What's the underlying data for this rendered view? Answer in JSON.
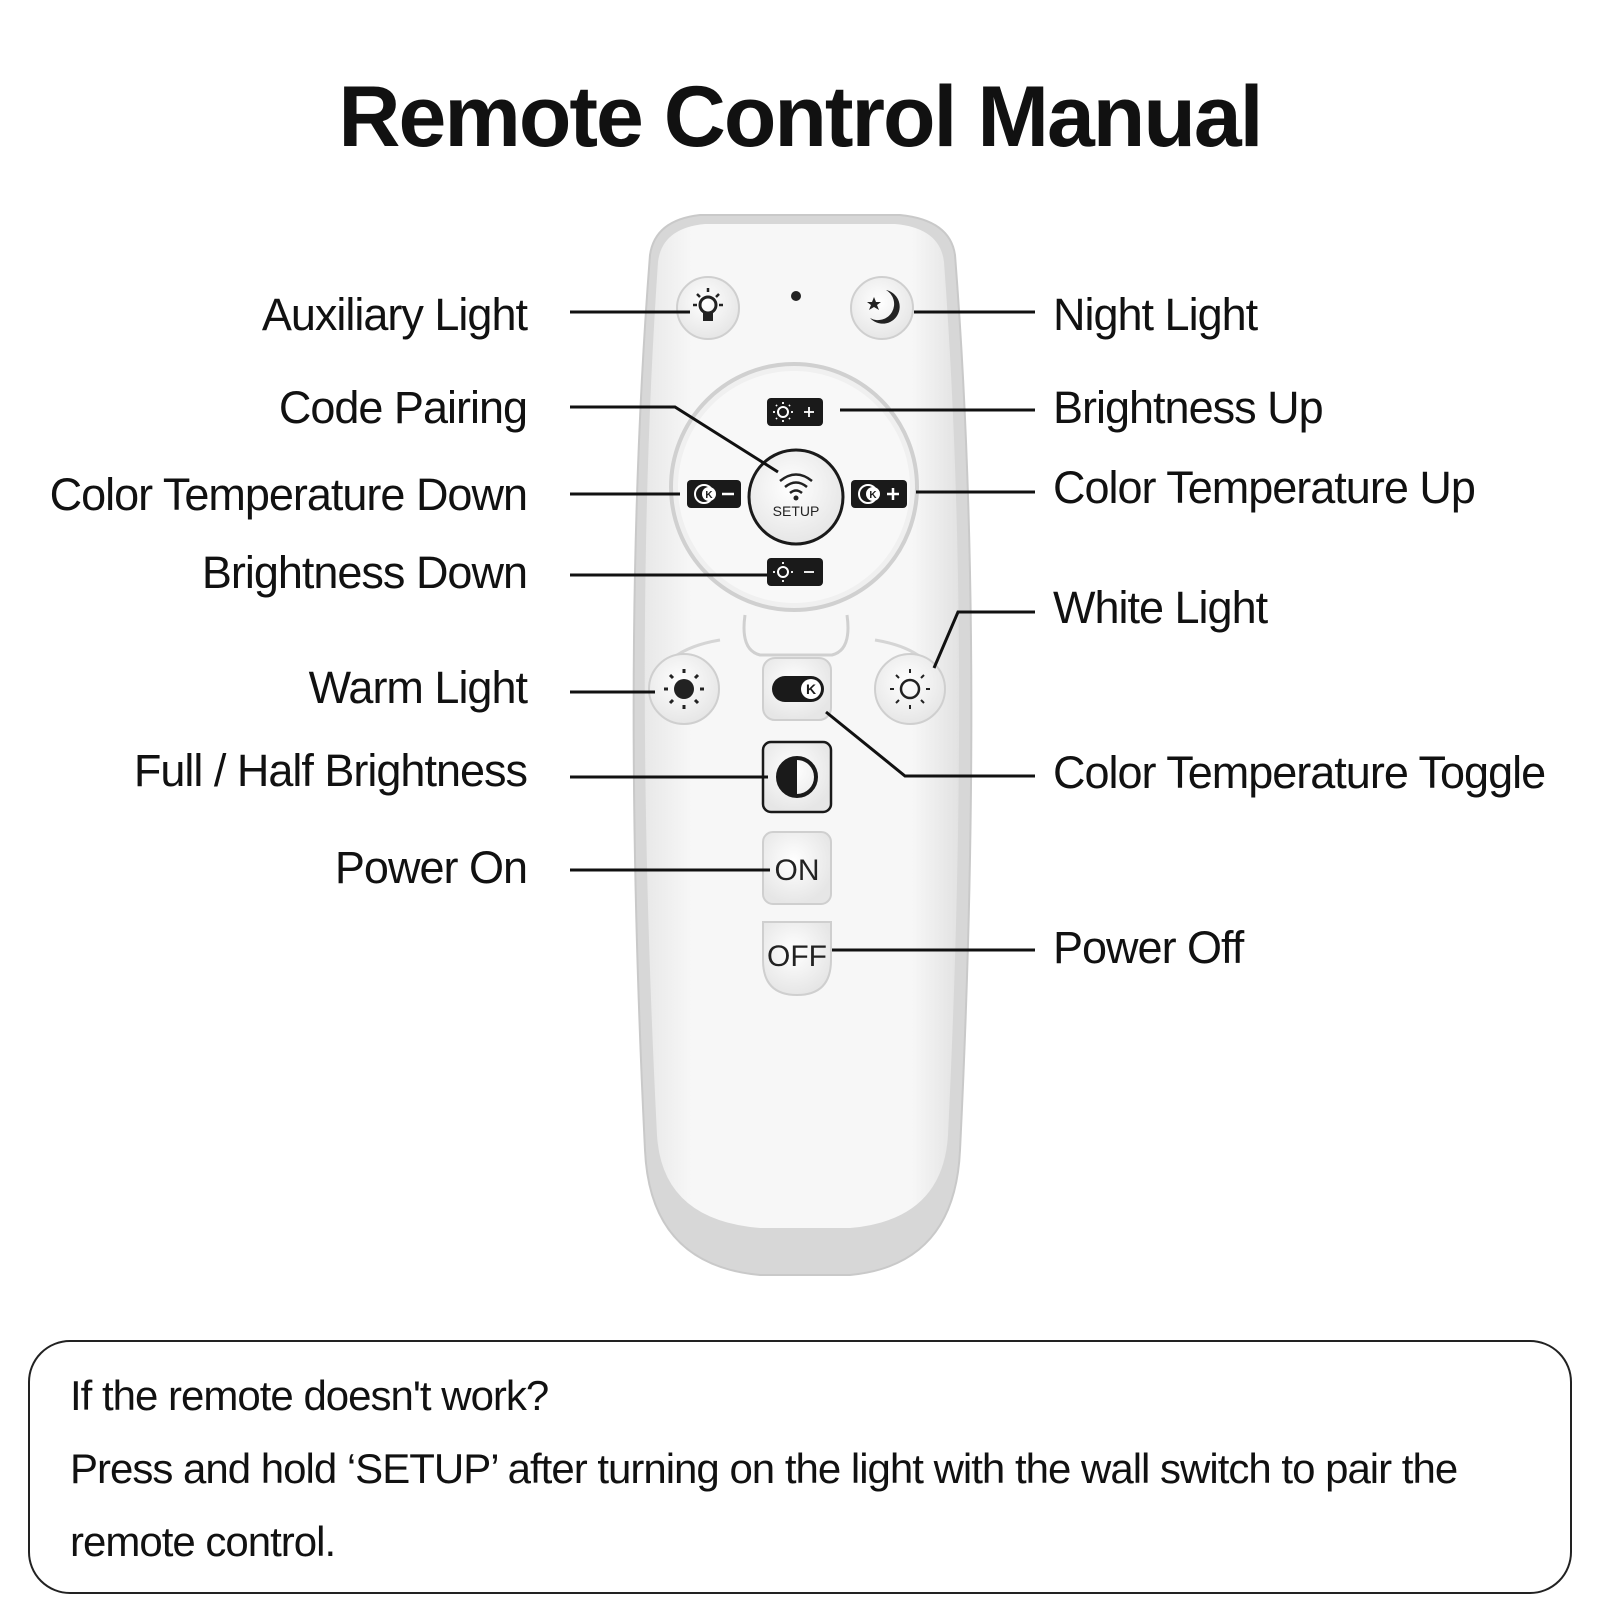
{
  "title": "Remote Control Manual",
  "labels": {
    "auxiliary_light": "Auxiliary Light",
    "code_pairing": "Code Pairing",
    "color_temp_down": "Color Temperature Down",
    "brightness_down": "Brightness Down",
    "warm_light": "Warm Light",
    "full_half_brightness": "Full / Half Brightness",
    "power_on": "Power On",
    "night_light": "Night Light",
    "brightness_up": "Brightness Up",
    "color_temp_up": "Color Temperature Up",
    "white_light": "White Light",
    "color_temp_toggle": "Color Temperature Toggle",
    "power_off": "Power Off"
  },
  "remote": {
    "setup_label": "SETUP",
    "on_label": "ON",
    "off_label": "OFF",
    "k_label": "K"
  },
  "note": {
    "line1": "If the remote doesn't work?",
    "line2": "Press and hold ‘SETUP’ after turning on the light with the wall switch to pair the",
    "line3": "remote control."
  },
  "colors": {
    "remote_body": "#f4f4f4",
    "remote_edge": "#d9d9d9",
    "button_dark": "#1a1a1a",
    "text": "#111111"
  }
}
